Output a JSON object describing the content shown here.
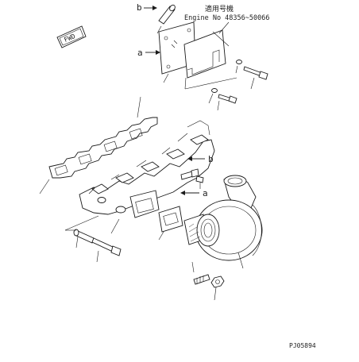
{
  "note_title": "適用号機",
  "note_engine": "Engine No 48356~50066",
  "fwd_label": "FWD",
  "ref_a_top": "a",
  "ref_b_top": "b",
  "ref_a_mid": "a",
  "ref_b_mid": "b",
  "drawing_code": "PJ05894",
  "colors": {
    "line": "#1a1a1a",
    "background": "#ffffff"
  }
}
